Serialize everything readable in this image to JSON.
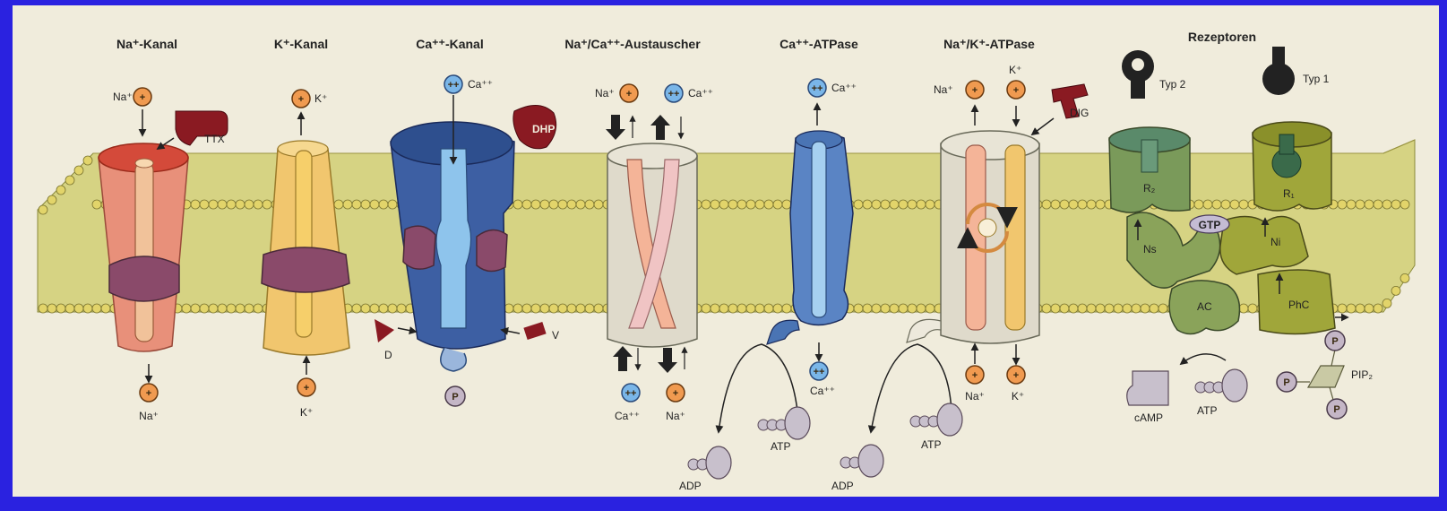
{
  "titles": {
    "na_kanal": "Na⁺-Kanal",
    "k_kanal": "K⁺-Kanal",
    "ca_kanal": "Ca⁺⁺-Kanal",
    "exchanger": "Na⁺/Ca⁺⁺-Austauscher",
    "ca_atpase": "Ca⁺⁺-ATPase",
    "nak_atpase": "Na⁺/K⁺-ATPase",
    "rezeptoren": "Rezeptoren"
  },
  "ions": {
    "na": "Na⁺",
    "k": "K⁺",
    "ca": "Ca⁺⁺",
    "plus": "+",
    "plusplus": "++",
    "p": "P"
  },
  "drugs": {
    "ttx": "TTX",
    "dhp": "DHP",
    "d": "D",
    "v": "V",
    "dig": "DIG"
  },
  "molecules": {
    "atp": "ATP",
    "adp": "ADP",
    "camp": "cAMP",
    "pip2": "PIP₂",
    "gtp": "GTP"
  },
  "receptor": {
    "typ2": "Typ 2",
    "typ1": "Typ 1",
    "r2": "R₂",
    "r1": "R₁",
    "ns": "Ns",
    "ni": "Ni",
    "ac": "AC",
    "phc": "PhC"
  },
  "colors": {
    "background": "#f0ecdc",
    "border": "#2a22e0",
    "membrane": "#d6d383",
    "lipid_head": "#e2d46a",
    "na_channel": "#e8907a",
    "k_channel": "#f1c66e",
    "ca_channel": "#3d5fa3",
    "exchanger": "#dfdacb",
    "ca_atpase": "#5a84c4",
    "receptor_green": "#8aa35a",
    "receptor_olive": "#a0a63a",
    "drug": "#8a1a22",
    "ion_orange": "#f09a50",
    "ion_blue": "#7ab6e8",
    "phosphate": "#c4b6c6"
  }
}
